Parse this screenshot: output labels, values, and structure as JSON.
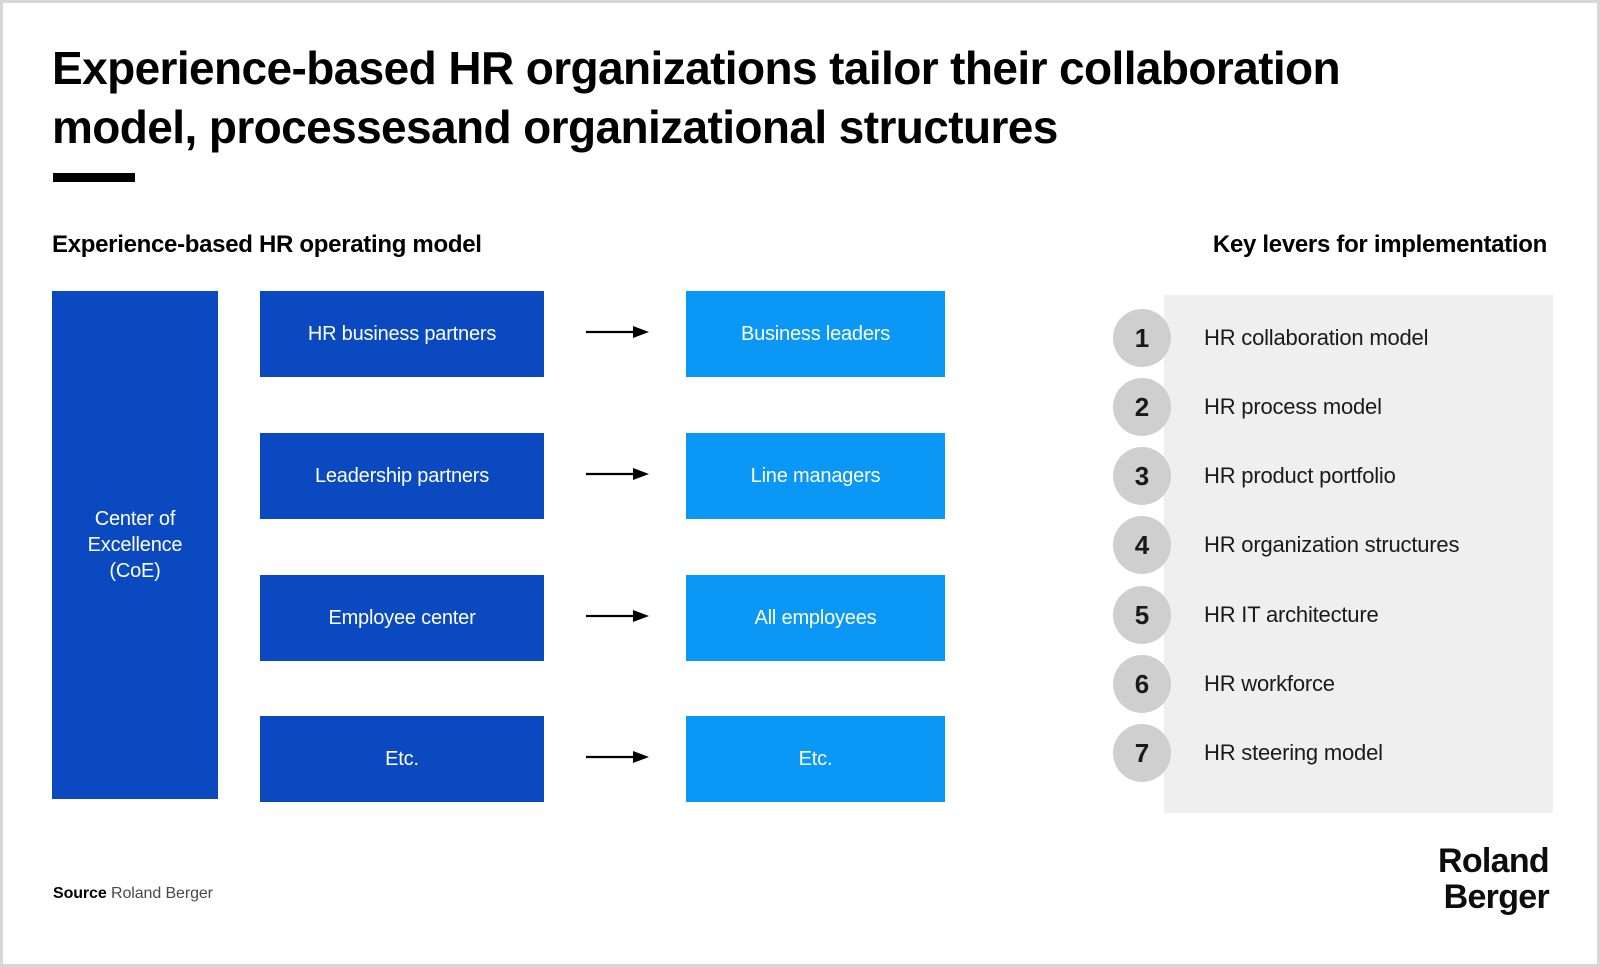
{
  "slide": {
    "title": "Experience-based HR organizations tailor their collaboration\nmodel, processesand organizational structures",
    "accent_bar_color": "#000000",
    "background_color": "#ffffff"
  },
  "left_section": {
    "heading": "Experience-based HR operating model",
    "coe": {
      "label": "Center of\nExcellence\n(CoE)",
      "color": "#0b49c0",
      "text_color": "#ffffff"
    },
    "colors": {
      "function_box": "#0b49c0",
      "audience_box": "#0a97f5",
      "arrow": "#000000"
    },
    "rows": [
      {
        "function": "HR business partners",
        "audience": "Business leaders",
        "arrow": "arrow-right-icon"
      },
      {
        "function": "Leadership partners",
        "audience": "Line managers",
        "arrow": "arrow-right-icon"
      },
      {
        "function": "Employee center",
        "audience": "All employees",
        "arrow": "arrow-right-icon"
      },
      {
        "function": "Etc.",
        "audience": "Etc.",
        "arrow": "arrow-right-icon"
      }
    ]
  },
  "right_section": {
    "heading": "Key levers for implementation",
    "panel_color": "#efefef",
    "badge_color": "#cfcfcf",
    "levers": [
      {
        "number": "1",
        "label": "HR collaboration model"
      },
      {
        "number": "2",
        "label": "HR process model"
      },
      {
        "number": "3",
        "label": "HR product portfolio"
      },
      {
        "number": "4",
        "label": "HR organization structures"
      },
      {
        "number": "5",
        "label": "HR IT architecture"
      },
      {
        "number": "6",
        "label": "HR workforce"
      },
      {
        "number": "7",
        "label": "HR steering model"
      }
    ]
  },
  "footer": {
    "source_label": "Source",
    "source_value": "Roland Berger",
    "logo": "Roland\nBerger"
  }
}
